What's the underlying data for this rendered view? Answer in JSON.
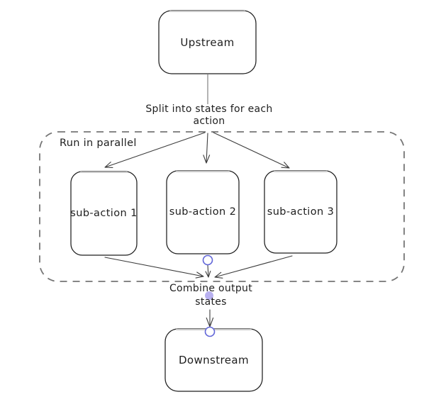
{
  "diagram": {
    "colors": {
      "background": "#ffffff",
      "text": "#1e1e1e",
      "stroke": "#1e1e1e",
      "box_top_edge": "#c9c9c9",
      "dashed_border": "#767676",
      "arrow": "#3d3d3d",
      "upstream_connector": "#9b9b9b",
      "handle_stroke": "#6166d8",
      "midpoint_fill": "#b8b0f0"
    },
    "container": {
      "label": "Run in parallel"
    },
    "nodes": {
      "upstream": {
        "label": "Upstream"
      },
      "sub_action_1": {
        "label": "sub-action 1"
      },
      "sub_action_2": {
        "label": "sub-action 2"
      },
      "sub_action_3": {
        "label": "sub-action 3"
      },
      "downstream": {
        "label": "Downstream"
      }
    },
    "edges": {
      "split_label": "Split into states for each action",
      "combine_label": "Combine output states"
    }
  }
}
